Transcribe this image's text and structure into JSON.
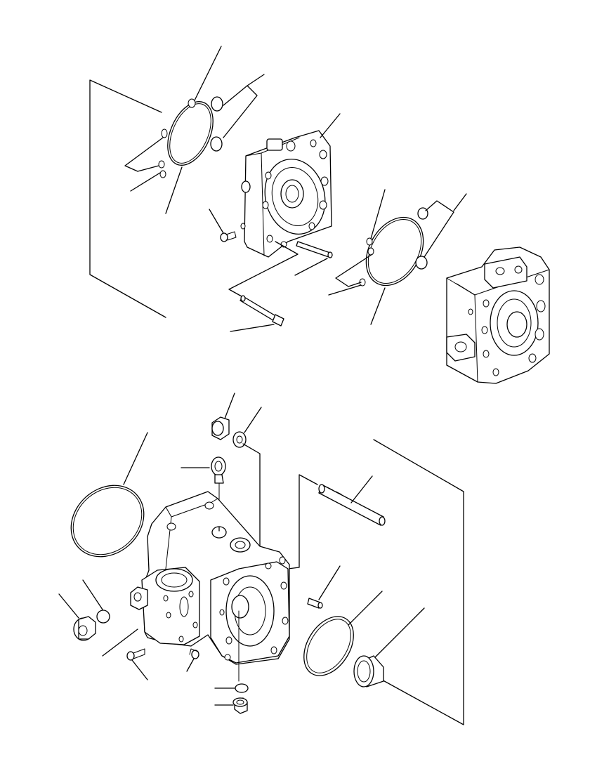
{
  "diagram": {
    "parts": [
      {
        "id": "o-ring-large-1",
        "icon": "o-ring"
      },
      {
        "id": "o-ring-small-1",
        "icon": "o-ring"
      },
      {
        "id": "cover-plate-1",
        "icon": "pump-cover"
      },
      {
        "id": "bolt-1",
        "icon": "bolt"
      },
      {
        "id": "pin-1",
        "icon": "pin"
      },
      {
        "id": "o-ring-large-2",
        "icon": "o-ring"
      },
      {
        "id": "pump-housing-right",
        "icon": "pump-housing"
      },
      {
        "id": "nut-top",
        "icon": "nut"
      },
      {
        "id": "washer-top",
        "icon": "washer"
      },
      {
        "id": "eye-bolt",
        "icon": "eye-bolt"
      },
      {
        "id": "shaft",
        "icon": "shaft"
      },
      {
        "id": "o-ring-large-3",
        "icon": "o-ring"
      },
      {
        "id": "main-case",
        "icon": "pump-case"
      },
      {
        "id": "plug-left",
        "icon": "plug"
      },
      {
        "id": "seal-ring",
        "icon": "seal"
      },
      {
        "id": "bearing",
        "icon": "bearing"
      },
      {
        "id": "plug-bottom",
        "icon": "plug"
      }
    ]
  }
}
